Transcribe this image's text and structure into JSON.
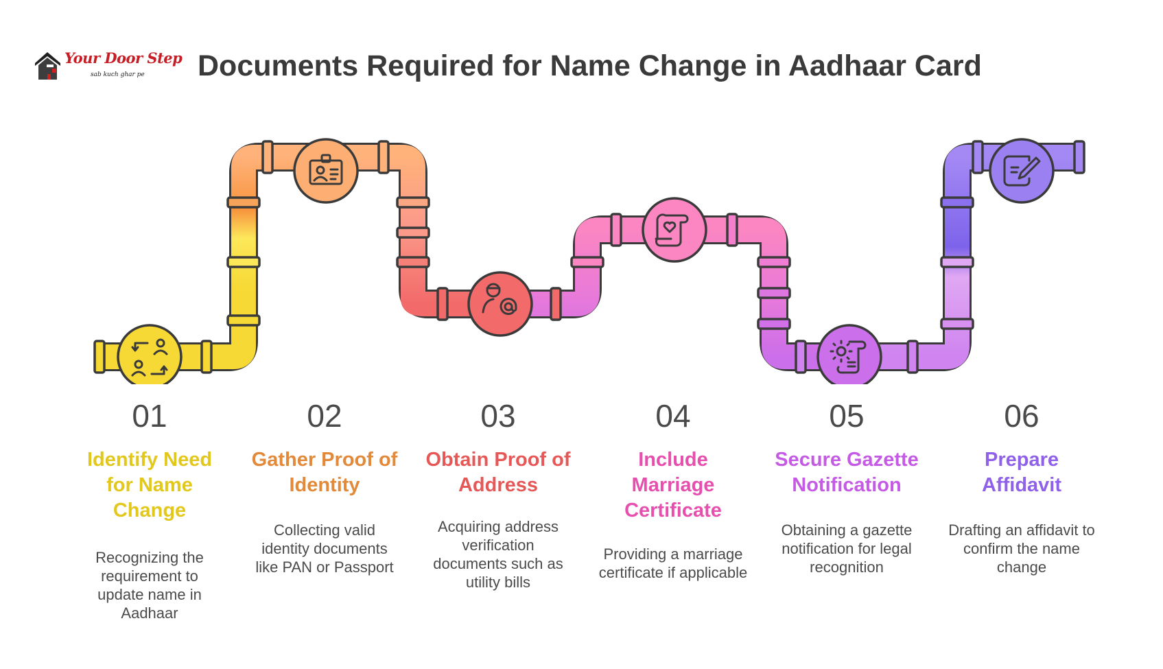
{
  "brand": {
    "name": "Your Door Step",
    "tagline": "sab kuch ghar pe"
  },
  "title": "Documents Required for Name Change in Aadhaar Card",
  "steps": [
    {
      "number": "01",
      "title": "Identify Need for Name Change",
      "description": "Recognizing the requirement to update name in Aadhaar",
      "color": "#e2c81d",
      "icon": "user-swap-icon"
    },
    {
      "number": "02",
      "title": "Gather Proof of Identity",
      "description": "Collecting valid identity documents like PAN or Passport",
      "color": "#e3893a",
      "icon": "id-card-icon"
    },
    {
      "number": "03",
      "title": "Obtain Proof of Address",
      "description": "Acquiring address verification documents such as utility bills",
      "color": "#e65858",
      "icon": "person-at-icon"
    },
    {
      "number": "04",
      "title": "Include Marriage Certificate",
      "description": "Providing a marriage certificate if applicable",
      "color": "#e64fae",
      "icon": "heart-scroll-icon"
    },
    {
      "number": "05",
      "title": "Secure Gazette Notification",
      "description": "Obtaining a gazette notification for legal recognition",
      "color": "#c55ae4",
      "icon": "seal-scroll-icon"
    },
    {
      "number": "06",
      "title": "Prepare Affidavit",
      "description": "Drafting an affidavit to confirm the name change",
      "color": "#8f61e8",
      "icon": "pen-document-icon"
    }
  ]
}
